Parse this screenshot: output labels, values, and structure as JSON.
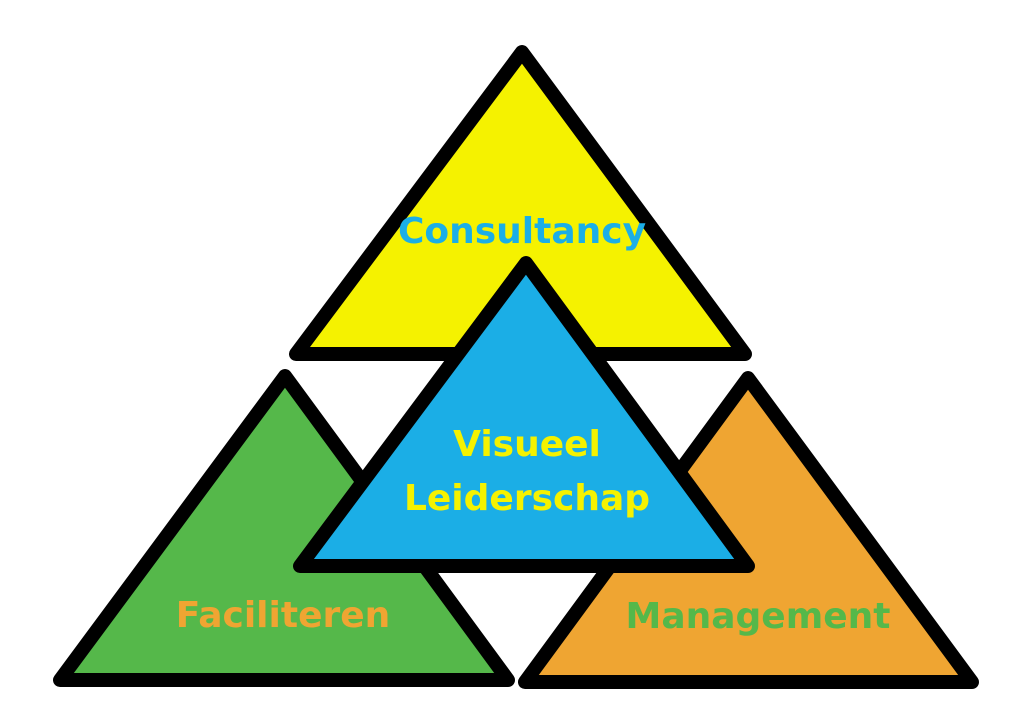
{
  "triangles": {
    "top": {
      "label": "Consultancy",
      "fill": "#F5F200",
      "text_color": "#1BAEE6"
    },
    "left": {
      "label": "Faciliteren",
      "fill": "#55B84A",
      "text_color": "#EFA532"
    },
    "right": {
      "label": "Management",
      "fill": "#EFA532",
      "text_color": "#55B84A"
    },
    "center": {
      "label_lines": [
        "Visueel",
        "Leiderschap"
      ],
      "fill": "#1BAEE6",
      "text_color": "#F5F200"
    }
  }
}
